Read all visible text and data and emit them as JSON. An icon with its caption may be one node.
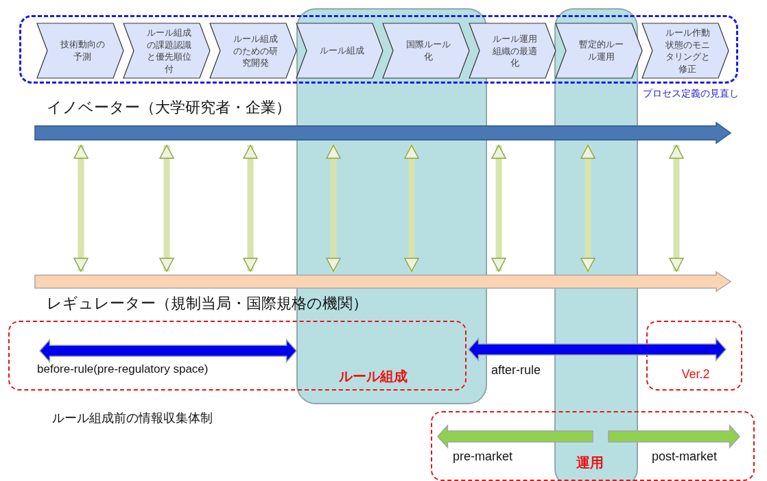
{
  "diagram": {
    "nodes": [
      {
        "text": [
          "プロセス定義の見直し"
        ]
      },
      {
        "text": [
          "技術動向の予測"
        ],
        "in": 0
      },
      {
        "text": [
          "ルール組成の課題認識と優先順位付"
        ],
        "in": 0
      },
      {
        "text": [
          "ルール組成のための研究開発"
        ],
        "in": 0
      },
      {
        "text": [
          "ルール組成"
        ],
        "in": 0
      },
      {
        "text": [
          "国際ルール化"
        ],
        "in": 0
      },
      {
        "text": [
          "ルール運用組織の最適化"
        ],
        "in": 0
      },
      {
        "text": [
          "暫定的ルール運用"
        ],
        "in": 0
      },
      {
        "text": [
          "ルール作動状態のモニタリングと修正"
        ],
        "in": 0
      },
      {
        "text": [
          "イノベーター（大学研究者・企業）"
        ]
      },
      {
        "text": [
          "レギュレーター（規制当局・国際規格の機関）"
        ]
      },
      {
        "text": [
          "before-rule(pre-regulatory space)",
          "ルール組成"
        ]
      },
      {
        "text": [
          "Ver.2"
        ]
      },
      {
        "text": [
          "pre-market",
          "運用",
          "post-market"
        ]
      }
    ],
    "edges": [
      {
        "from": 9,
        "to": 10,
        "arrow": "both"
      },
      {
        "from": 9,
        "to": 10,
        "arrow": "both"
      },
      {
        "from": 9,
        "to": 10,
        "arrow": "both"
      },
      {
        "from": 9,
        "to": 10,
        "arrow": "both"
      },
      {
        "from": 9,
        "to": 10,
        "arrow": "both"
      },
      {
        "from": 9,
        "to": 10,
        "arrow": "both"
      },
      {
        "from": 9,
        "to": 10,
        "arrow": "both"
      },
      {
        "from": 9,
        "to": 10,
        "arrow": "both"
      }
    ],
    "labels": [
      "after-rule",
      "ルール組成前の情報収集体制"
    ]
  }
}
